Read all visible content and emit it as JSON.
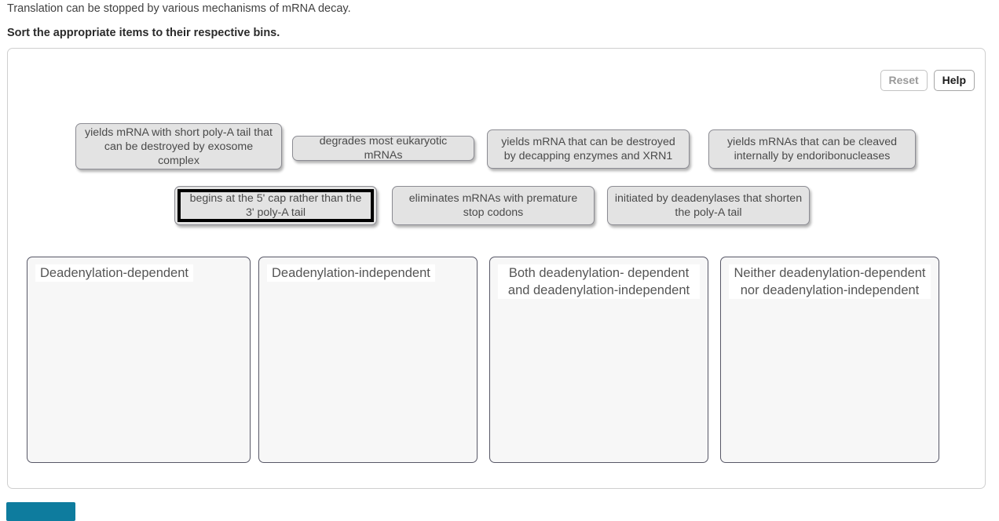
{
  "prompt": {
    "context": "Translation can be stopped by various mechanisms of mRNA decay.",
    "instruction": "Sort the appropriate items to their respective bins."
  },
  "toolbar": {
    "reset_label": "Reset",
    "reset_disabled": true,
    "help_label": "Help"
  },
  "items": [
    {
      "id": "item-1",
      "text": "yields mRNA with short poly-A tail that can be destroyed by exosome complex",
      "selected": false
    },
    {
      "id": "item-2",
      "text": "degrades most eukaryotic mRNAs",
      "selected": false
    },
    {
      "id": "item-3",
      "text": "yields mRNA that can be destroyed by decapping enzymes and XRN1",
      "selected": false
    },
    {
      "id": "item-4",
      "text": "yields mRNAs that can be cleaved internally by endoribonucleases",
      "selected": false
    },
    {
      "id": "item-5",
      "text": "begins at the 5' cap rather than the 3' poly-A tail",
      "selected": true
    },
    {
      "id": "item-6",
      "text": "eliminates mRNAs with premature stop codons",
      "selected": false
    },
    {
      "id": "item-7",
      "text": "initiated by deadenylases that shorten the poly-A tail",
      "selected": false
    }
  ],
  "bins": [
    {
      "id": "bin-1",
      "label": "Deadenylation-dependent",
      "align": "left",
      "contents": []
    },
    {
      "id": "bin-2",
      "label": "Deadenylation-independent",
      "align": "left",
      "contents": []
    },
    {
      "id": "bin-3",
      "label": "Both deadenylation- dependent and deadenylation-independent",
      "align": "center",
      "contents": []
    },
    {
      "id": "bin-4",
      "label": "Neither deadenylation-dependent nor deadenylation-independent",
      "align": "center",
      "contents": []
    }
  ],
  "footer": {
    "submit_button_color": "#0e7c9e"
  }
}
